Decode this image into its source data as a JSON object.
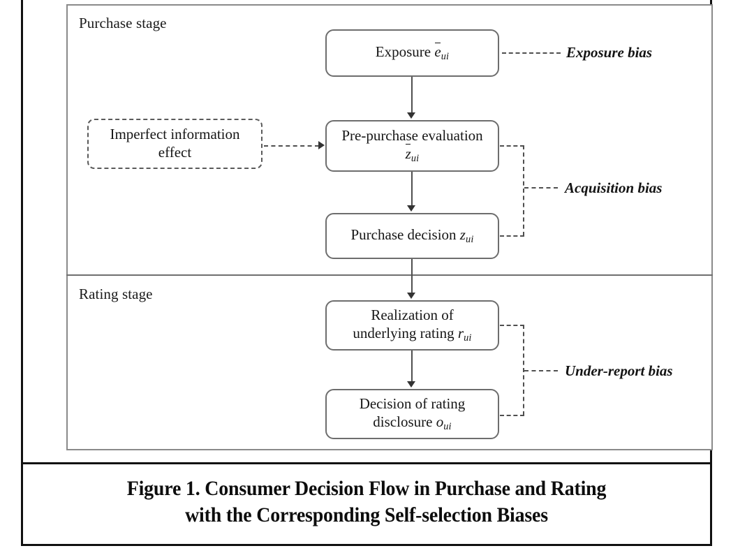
{
  "figure": {
    "stages": [
      {
        "name": "purchase-stage",
        "label": "Purchase stage"
      },
      {
        "name": "rating-stage",
        "label": "Rating stage"
      }
    ],
    "nodes": {
      "exposure": {
        "text_prefix": "Exposure ",
        "variable_base": "e",
        "variable_sub": "ui",
        "has_overbar": true,
        "style": "solid"
      },
      "imperfect_information": {
        "line1": "Imperfect information",
        "line2": "effect",
        "style": "dashed"
      },
      "prepurchase_evaluation": {
        "line1": "Pre-purchase evaluation",
        "variable_base": "z",
        "variable_sub": "ui",
        "has_overbar": true,
        "style": "solid"
      },
      "purchase_decision": {
        "text_prefix": "Purchase decision ",
        "variable_base": "z",
        "variable_sub": "ui",
        "has_overbar": false,
        "style": "solid"
      },
      "realization_rating": {
        "line1": "Realization of",
        "line2_prefix": "underlying rating ",
        "variable_base": "r",
        "variable_sub": "ui",
        "has_overbar": false,
        "style": "solid"
      },
      "rating_disclosure": {
        "line1": "Decision of rating",
        "line2_prefix": "disclosure ",
        "variable_base": "o",
        "variable_sub": "ui",
        "has_overbar": false,
        "style": "solid"
      }
    },
    "bias_labels": {
      "exposure_bias": "Exposure bias",
      "acquisition_bias": "Acquisition bias",
      "under_report_bias": "Under-report bias"
    },
    "caption": {
      "line1": "Figure 1. Consumer Decision Flow in Purchase and Rating",
      "line2": "with the Corresponding Self-selection Biases"
    },
    "colors": {
      "outer_frame": "#111111",
      "inner_frame": "#8a8a8a",
      "node_border": "#6d6d6d",
      "dashed_border": "#5a5a5a",
      "connector": "#4f4f4f",
      "text": "#161616",
      "background": "#ffffff"
    }
  }
}
